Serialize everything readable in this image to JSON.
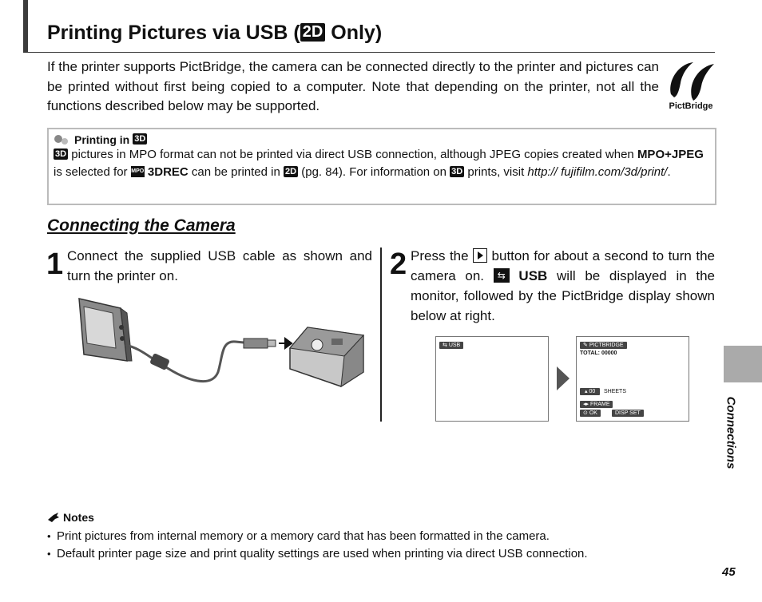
{
  "header": {
    "title_before": "Printing Pictures via USB (",
    "title_tag": "2D",
    "title_after": " Only)"
  },
  "intro": "If the printer supports PictBridge, the camera can be connected directly to the printer and pictures can be printed without first being copied to a computer. Note that depending on the printer, not all the functions described below may be supported.",
  "pictbridge_label": "PictBridge",
  "note_3d": {
    "heading": "Printing in",
    "heading_tag": "3D",
    "tag_3d": "3D",
    "tag_2d": "2D",
    "mpo_icon": "MPO",
    "t1": " pictures in MPO format can not be printed via direct USB connection, although JPEG copies created when ",
    "b1": "MPO+JPEG",
    "t2": " is selected for ",
    "b2": "3DREC",
    "t3": " can be printed in ",
    "t4": " (pg. 84). For information on ",
    "t5": " prints, visit ",
    "link": "http:// fujifilm.com/3d/print/",
    "t6": "."
  },
  "section_title": "Connecting the Camera",
  "step1": {
    "num": "1",
    "text": "Connect the supplied USB cable as shown and turn the printer on."
  },
  "step2": {
    "num": "2",
    "t1": "Press the ",
    "t2": " button for about a second to turn the camera on. ",
    "usb_label": "USB",
    "t3": " will be displayed in the monitor, followed by the PictBridge display shown below at right."
  },
  "screen_left": {
    "tag": "USB"
  },
  "screen_right": {
    "tag": "PICTBRIDGE",
    "total": "TOTAL: 00000",
    "count": "00",
    "sheets": "SHEETS",
    "frame": "FRAME",
    "ok": "OK",
    "disp": "DISP",
    "set": "SET"
  },
  "side_label": "Connections",
  "notes": {
    "heading": "Notes",
    "items": [
      "Print pictures from internal memory or a memory card that has been formatted in the camera.",
      "Default printer page size and print quality settings are used when printing via direct USB connection."
    ]
  },
  "page_number": "45"
}
